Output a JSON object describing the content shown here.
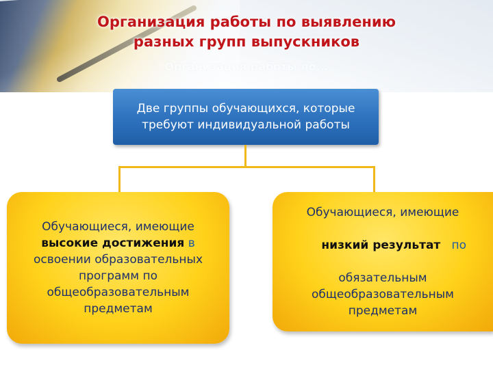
{
  "title": {
    "line1": "Организация работы по выявлению",
    "line2": "разных групп выпускников"
  },
  "ghost_text": "Организация работы по...",
  "top_box": {
    "line1": "Две группы обучающихся, которые",
    "line2": "требуют индивидуальной работы"
  },
  "left_card": {
    "line1": "Обучающиеся, имеющие",
    "emph": "высокие достижения",
    "after_emph": " в",
    "line3": "освоении образовательных",
    "line4": "программ по",
    "line5": "общеобразовательным",
    "line6": "предметам"
  },
  "right_card": {
    "line1": "Обучающиеся, имеющие",
    "emph": "низкий результат",
    "after_emph": "   по",
    "line3": "обязательным",
    "line4": "общеобразовательным",
    "line5": "предметам"
  },
  "colors": {
    "title": "#c0151b",
    "top_box": "#2f73bf",
    "cards": "#ffd21a",
    "connector": "#f0b818"
  }
}
